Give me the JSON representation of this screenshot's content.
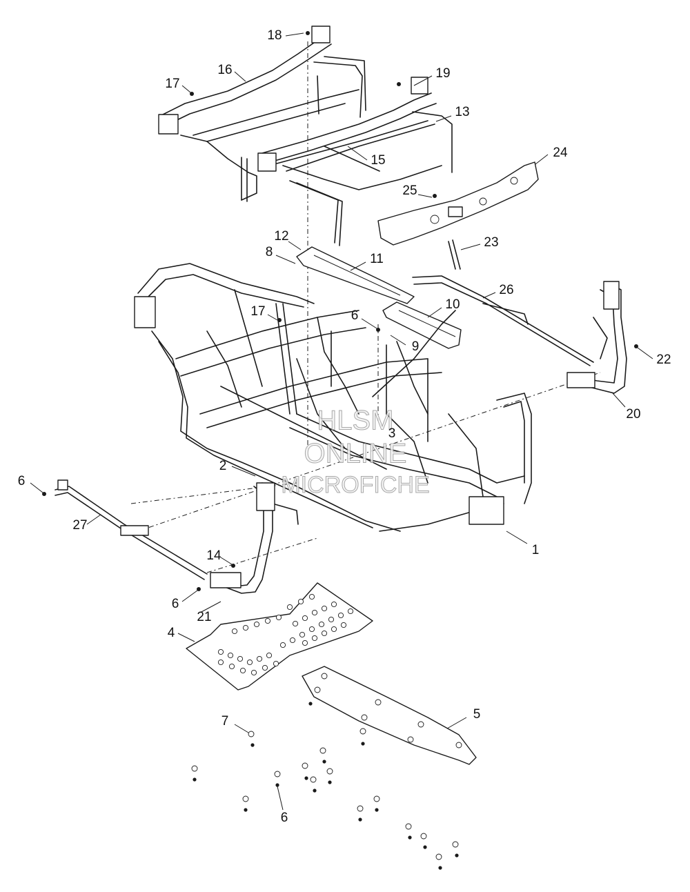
{
  "watermark": {
    "line1": "HLSM",
    "line2": "ONLINE",
    "line3": "MICROFICHE"
  },
  "callouts": [
    {
      "id": "c18",
      "label": "18"
    },
    {
      "id": "c16",
      "label": "16"
    },
    {
      "id": "c17a",
      "label": "17"
    },
    {
      "id": "c19",
      "label": "19"
    },
    {
      "id": "c13",
      "label": "13"
    },
    {
      "id": "c15",
      "label": "15"
    },
    {
      "id": "c24",
      "label": "24"
    },
    {
      "id": "c25",
      "label": "25"
    },
    {
      "id": "c23",
      "label": "23"
    },
    {
      "id": "c12",
      "label": "12"
    },
    {
      "id": "c8",
      "label": "8"
    },
    {
      "id": "c11",
      "label": "11"
    },
    {
      "id": "c26",
      "label": "26"
    },
    {
      "id": "c10",
      "label": "10"
    },
    {
      "id": "c17b",
      "label": "17"
    },
    {
      "id": "c6a",
      "label": "6"
    },
    {
      "id": "c9",
      "label": "9"
    },
    {
      "id": "c22",
      "label": "22"
    },
    {
      "id": "c20",
      "label": "20"
    },
    {
      "id": "c3",
      "label": "3"
    },
    {
      "id": "c2",
      "label": "2"
    },
    {
      "id": "c6b",
      "label": "6"
    },
    {
      "id": "c27",
      "label": "27"
    },
    {
      "id": "c1",
      "label": "1"
    },
    {
      "id": "c14",
      "label": "14"
    },
    {
      "id": "c6c",
      "label": "6"
    },
    {
      "id": "c21",
      "label": "21"
    },
    {
      "id": "c4",
      "label": "4"
    },
    {
      "id": "c5",
      "label": "5"
    },
    {
      "id": "c7",
      "label": "7"
    },
    {
      "id": "c6d",
      "label": "6"
    }
  ]
}
